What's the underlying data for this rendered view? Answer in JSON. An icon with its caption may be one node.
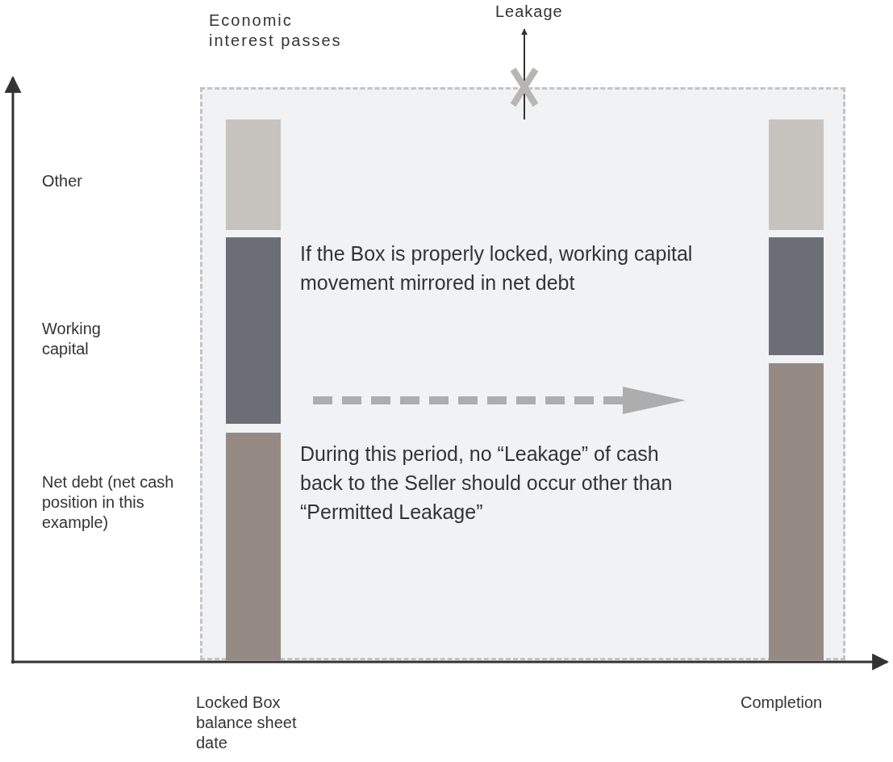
{
  "diagram": {
    "nodes": [
      {
        "text": [
          "Economic interest passes"
        ]
      },
      {
        "text": [
          "Leakage"
        ]
      }
    ],
    "edges": [
      {
        "from": 0,
        "to": 1,
        "arrow": "to"
      }
    ],
    "labels": [
      "Other",
      "Working capital",
      "Net debt (net cash position in this example)",
      "If the Box is properly locked, working capital movement mirrored in net debt",
      "During this period, no “Leakage” of cash back to the Seller should occur other than “Permitted Leakage”",
      "Locked Box balance sheet date",
      "Completion"
    ]
  }
}
